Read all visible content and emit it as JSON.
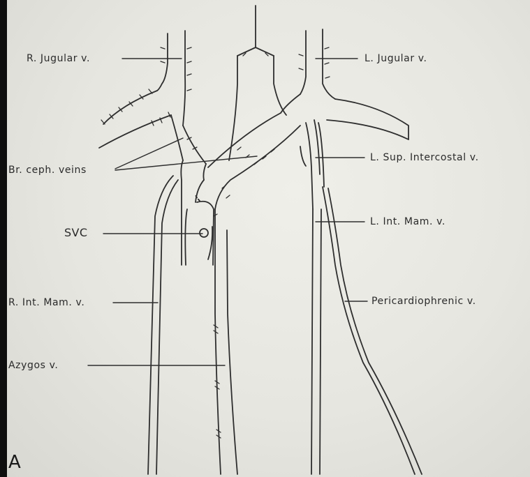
{
  "labels": {
    "r_jugular": "R. Jugular v.",
    "l_jugular": "L. Jugular v.",
    "br_ceph": "Br. ceph. veins",
    "l_sup_intercostal": "L. Sup. Intercostal v.",
    "svc": "SVC",
    "l_int_mam": "L. Int. Mam. v.",
    "r_int_mam": "R. Int. Mam. v.",
    "pericardiophrenic": "Pericardiophrenic v.",
    "azygos": "Azygos v."
  },
  "panel_letter": "A",
  "colors": {
    "background": "#e9e9e3",
    "ink": "#2a2a2a",
    "border": "#0e0e0e"
  }
}
